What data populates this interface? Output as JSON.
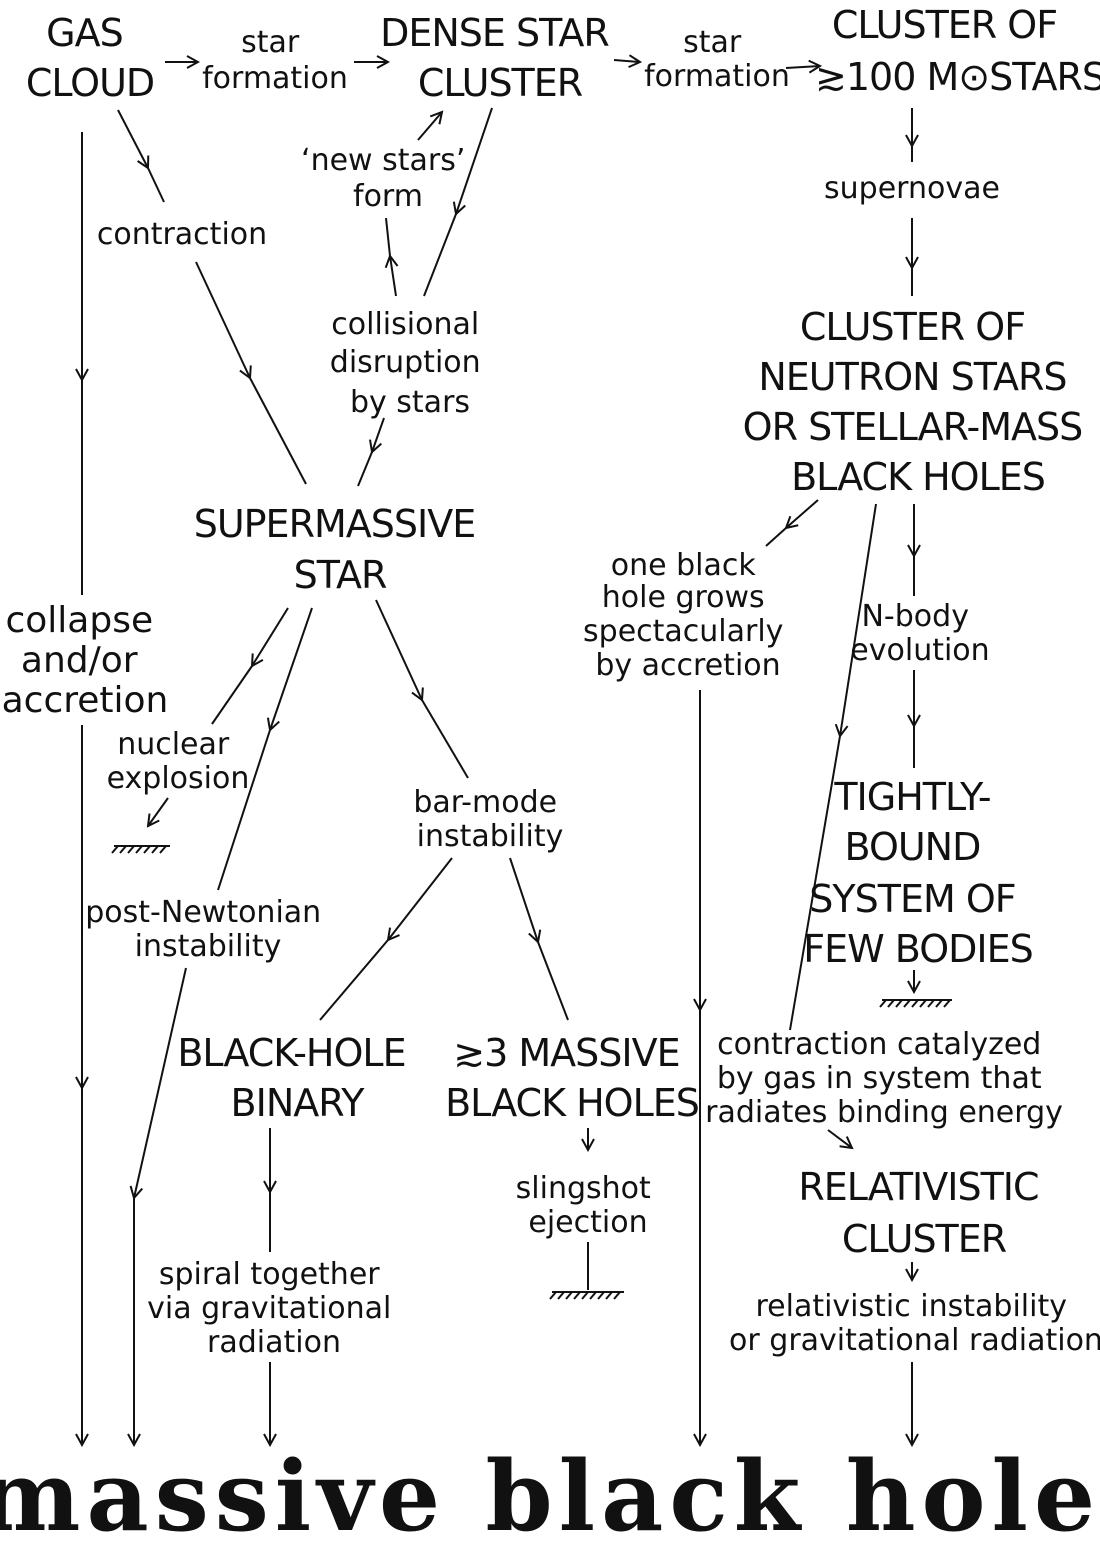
{
  "nodes": {
    "gas_cloud": [
      "GAS",
      "CLOUD"
    ],
    "dense_cluster": [
      "DENSE STAR",
      "CLUSTER"
    ],
    "cluster_100": [
      "CLUSTER OF",
      "≳100 M⊙STARS"
    ],
    "supermassive_star": [
      "SUPERMASSIVE",
      "STAR"
    ],
    "neutron_cluster": [
      "CLUSTER OF",
      "NEUTRON STARS",
      "OR STELLAR-MASS",
      "BLACK HOLES"
    ],
    "tightly_bound": [
      "TIGHTLY-",
      "BOUND",
      "SYSTEM OF",
      "FEW BODIES"
    ],
    "bh_binary": [
      "BLACK-HOLE",
      "BINARY"
    ],
    "three_bh": [
      "≳3 MASSIVE",
      "BLACK HOLES"
    ],
    "relativistic": [
      "RELATIVISTIC",
      "CLUSTER"
    ]
  },
  "labels": {
    "star_formation_1": [
      "star",
      "formation"
    ],
    "star_formation_2": [
      "star",
      "formation"
    ],
    "contraction": [
      "contraction"
    ],
    "new_stars": [
      "‘new stars’",
      "form"
    ],
    "collisional": [
      "collisional",
      "disruption",
      "by stars"
    ],
    "supernovae": [
      "supernovae"
    ],
    "collapse": [
      "collapse",
      "and/or",
      "accretion"
    ],
    "nuclear": [
      "nuclear",
      "explosion"
    ],
    "post_newtonian": [
      "post-Newtonian",
      "instability"
    ],
    "bar_mode": [
      "bar-mode",
      "instability"
    ],
    "one_bh": [
      "one black",
      "hole grows",
      "spectacularly",
      "by accretion"
    ],
    "n_body": [
      "N-body",
      "evolution"
    ],
    "contraction_catalyzed": [
      "contraction catalyzed",
      "by gas in system that",
      "radiates binding energy"
    ],
    "slingshot": [
      "slingshot",
      "ejection"
    ],
    "spiral": [
      "spiral together",
      "via gravitational",
      "radiation"
    ],
    "rel_instability": [
      "relativistic instability",
      "or gravitational radiation"
    ]
  },
  "final": "massive  black  hole"
}
